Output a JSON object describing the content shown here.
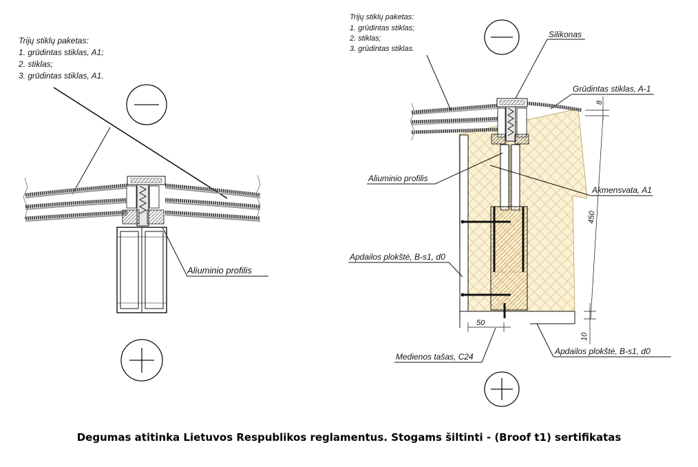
{
  "left_detail": {
    "package_title": "Trijų stiklų paketas:",
    "package_items": [
      "1. grūdintas stiklas, A1;",
      "2. stiklas;",
      "3. grūdintas stiklas, A1."
    ],
    "profile_label": "Aliuminio profilis",
    "symbol_top": "minus",
    "symbol_bottom": "plus"
  },
  "right_detail": {
    "package_title": "Trijų stiklų paketas:",
    "package_items": [
      "1. grūdintas stiklas;",
      "2. stiklas;",
      "3. grūdintas stiklas."
    ],
    "silicone_label": "Silikonas",
    "tempered_glass_label": "Grūdintas stiklas, A-1",
    "profile_label": "Aliuminio profilis",
    "stone_wool_label": "Akmensvata, A1",
    "cladding_left_label": "Apdailos plokštė, B-s1, d0",
    "timber_label": "Medienos tašas, C24",
    "cladding_bottom_label": "Apdailos plokštė, B-s1, d0",
    "dim_top": "8",
    "dim_height": "450",
    "dim_bottom": "10",
    "dim_width": "50",
    "symbol_top": "minus",
    "symbol_bottom": "plus"
  },
  "caption": "Degumas atitinka Lietuvos Respublikos reglamentus. Stogams šiltinti - (Broof t1) sertifikatas",
  "colors": {
    "insulation_fill": "#fbf1d4",
    "line": "#111111",
    "glass": "#555555"
  }
}
